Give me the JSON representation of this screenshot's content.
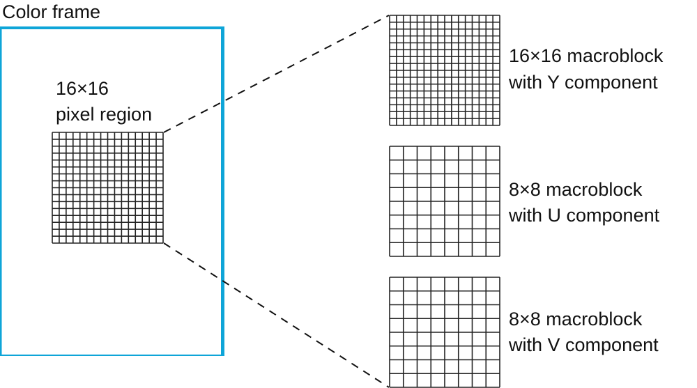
{
  "frame_label": "Color frame",
  "region_label": [
    "16×16",
    "pixel region"
  ],
  "blocks": [
    {
      "name": "y",
      "cells": 16,
      "label": [
        "16×16 macroblock",
        "with Y component"
      ]
    },
    {
      "name": "u",
      "cells": 8,
      "label": [
        "8×8 macroblock",
        "with U component"
      ]
    },
    {
      "name": "v",
      "cells": 8,
      "label": [
        "8×8 macroblock",
        "with V component"
      ]
    }
  ],
  "region_cells": 16,
  "colors": {
    "frame": "#0ea5d8",
    "grid": "#222222"
  }
}
